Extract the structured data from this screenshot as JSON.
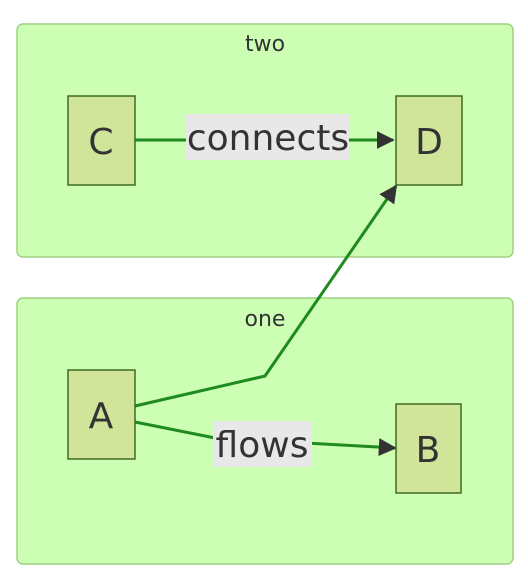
{
  "diagram": {
    "colors": {
      "cluster_fill": "#ccffb3",
      "cluster_stroke": "#9fcf82",
      "node_fill": "#d0e49a",
      "node_stroke": "#3f6b1f",
      "edge": "#1f8a1f",
      "arrowhead": "#333333",
      "label_bg": "#e8e8e8",
      "text": "#333333"
    },
    "clusters": [
      {
        "id": "two",
        "label": "two"
      },
      {
        "id": "one",
        "label": "one"
      }
    ],
    "nodes": [
      {
        "id": "C",
        "label": "C",
        "cluster": "two"
      },
      {
        "id": "D",
        "label": "D",
        "cluster": "two"
      },
      {
        "id": "A",
        "label": "A",
        "cluster": "one"
      },
      {
        "id": "B",
        "label": "B",
        "cluster": "one"
      }
    ],
    "edges": [
      {
        "from": "C",
        "to": "D",
        "label": "connects"
      },
      {
        "from": "A",
        "to": "D",
        "label": ""
      },
      {
        "from": "A",
        "to": "B",
        "label": "flows"
      }
    ]
  }
}
